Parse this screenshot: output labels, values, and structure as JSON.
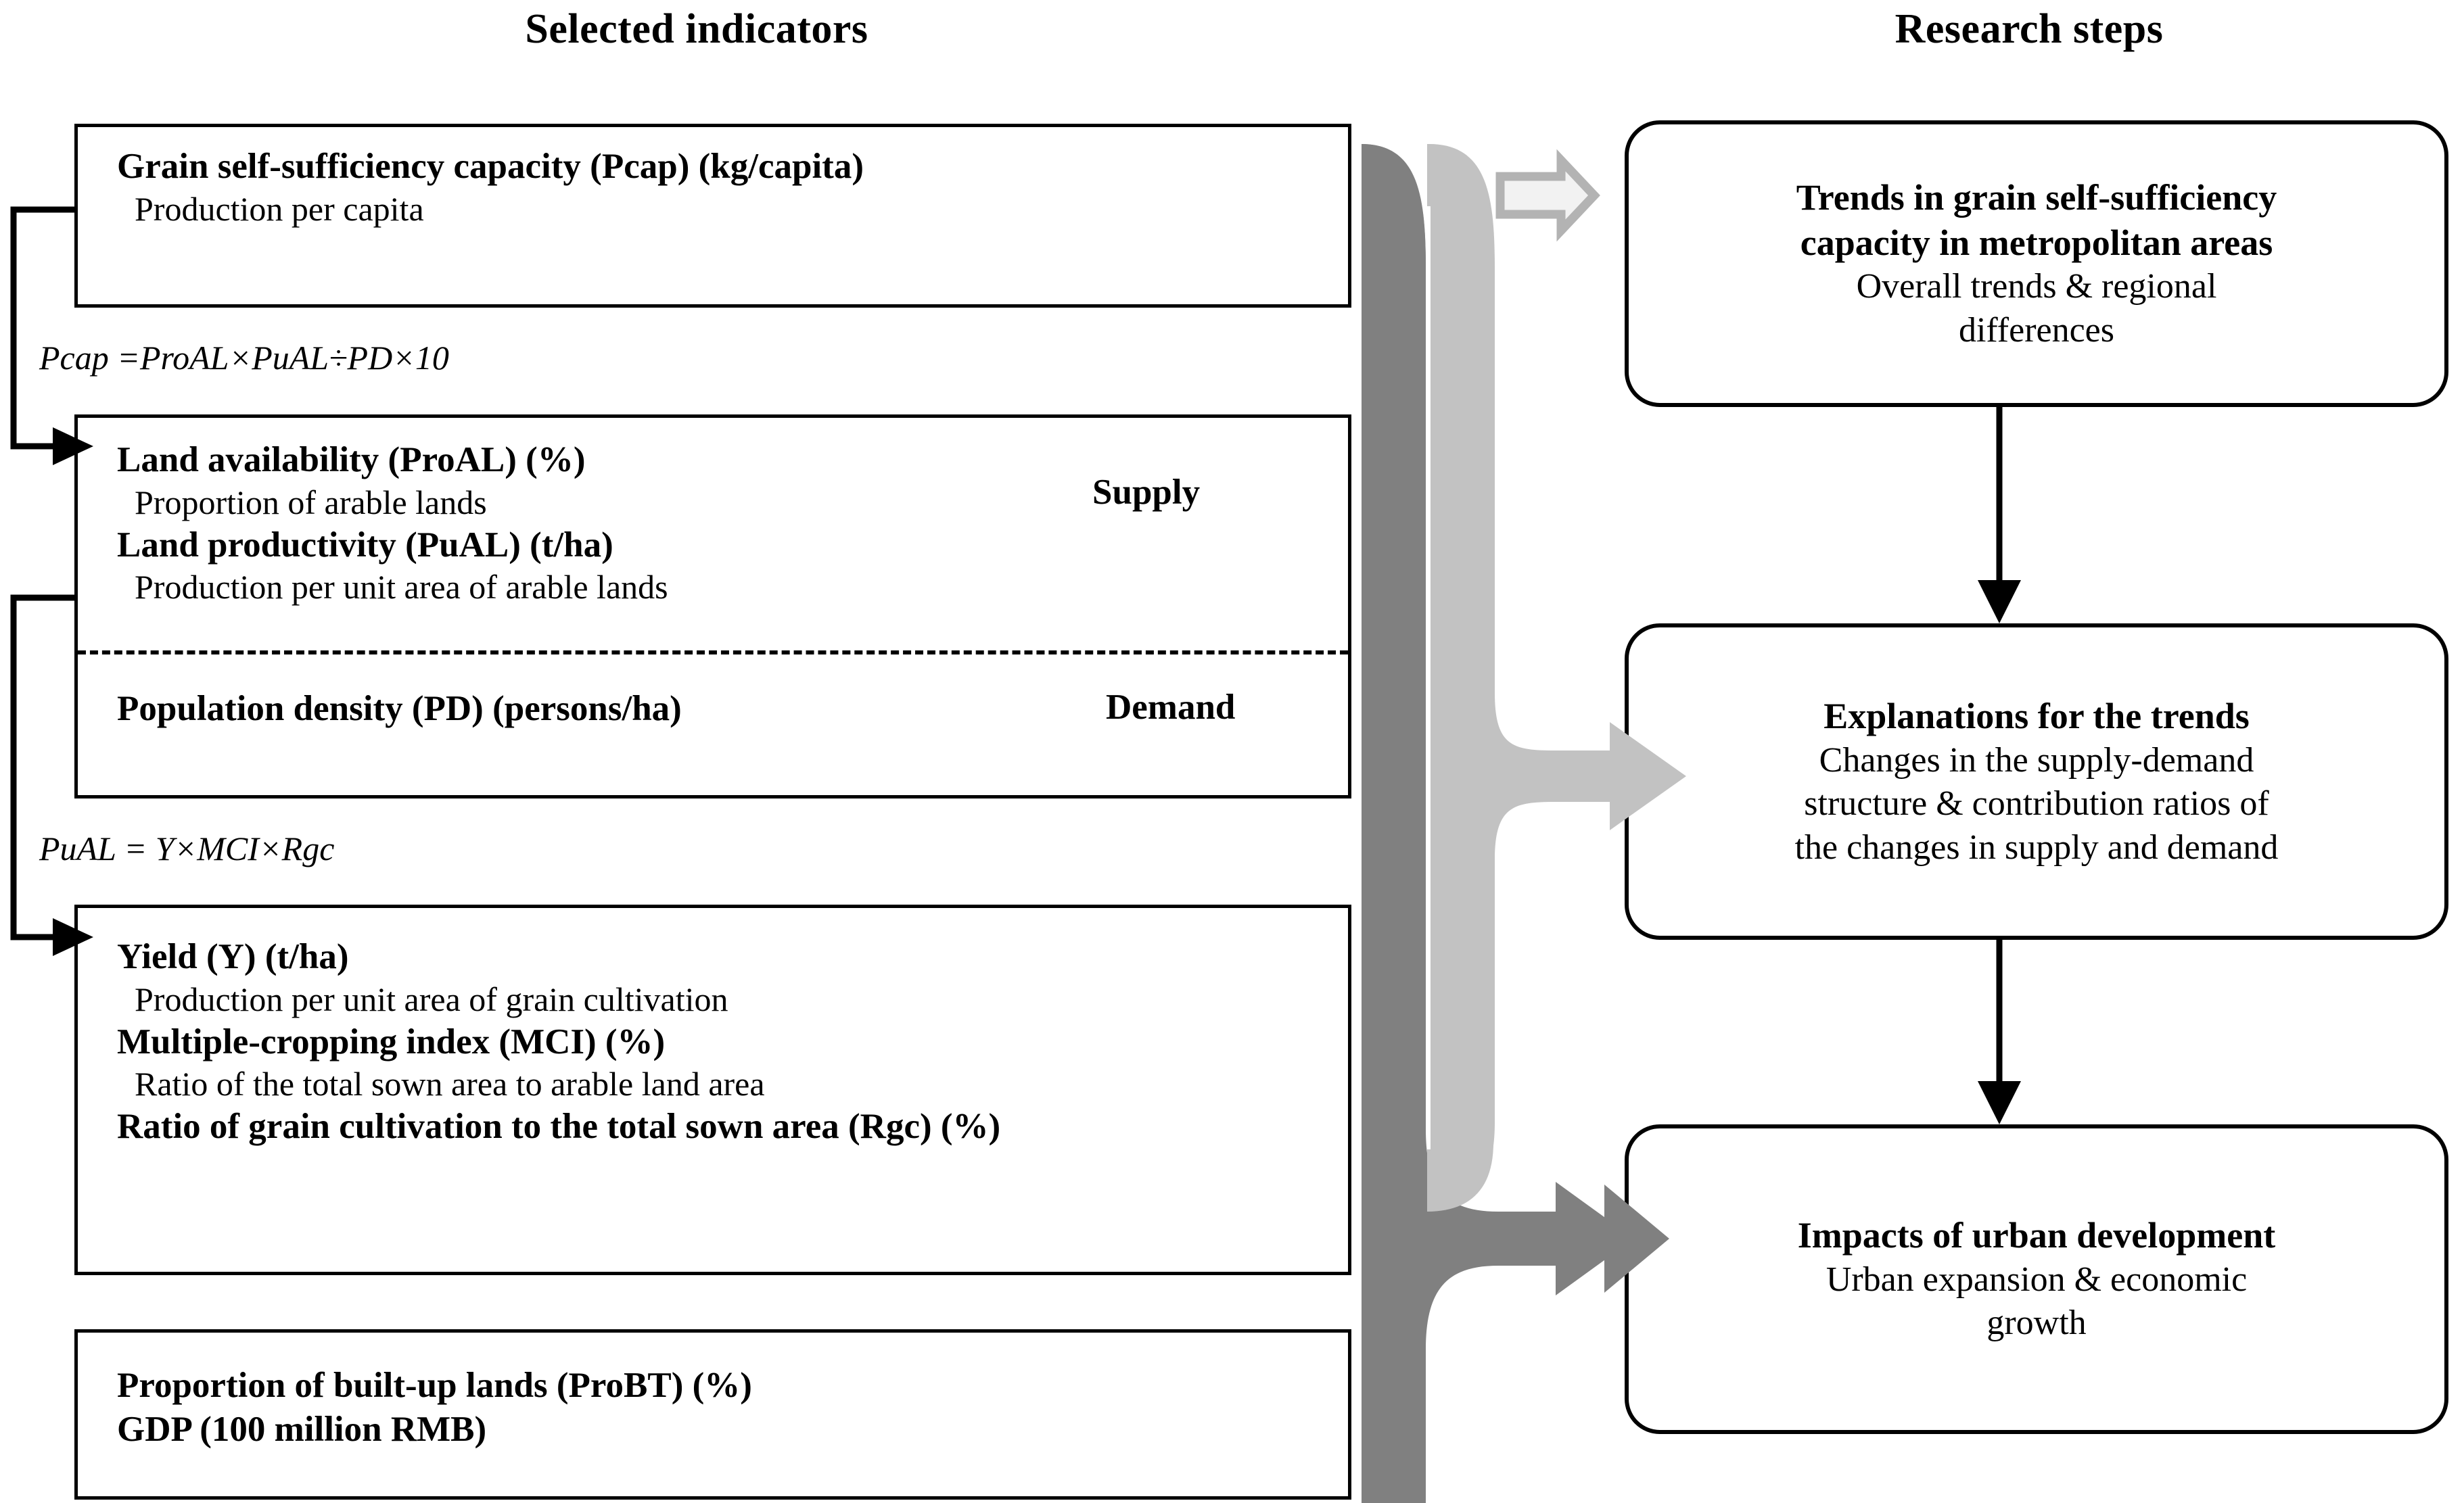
{
  "headings": {
    "left": "Selected indicators",
    "right": "Research steps"
  },
  "colors": {
    "ribbon_dark": "#808080",
    "ribbon_light": "#c2c2c2",
    "hollow_arrow_fill": "#f2f2f2",
    "hollow_arrow_stroke": "#b3b3b3",
    "box_stroke": "#000000",
    "background": "#ffffff"
  },
  "indicator_boxes": [
    {
      "id": "grain-self-sufficiency",
      "lines": [
        {
          "type": "bold",
          "text": "Grain self-sufficiency capacity (Pcap) (kg/capita)"
        },
        {
          "type": "sub",
          "text": "Production per capita"
        }
      ],
      "tag": ""
    },
    {
      "id": "supply-demand",
      "lines": [
        {
          "type": "bold",
          "text": "Land availability (ProAL) (%)"
        },
        {
          "type": "sub",
          "text": "Proportion of arable lands"
        },
        {
          "type": "bold",
          "text": "Land productivity (PuAL) (t/ha)"
        },
        {
          "type": "sub",
          "text": "Production per unit area of arable lands"
        },
        {
          "type": "bold",
          "text": "Population density (PD) (persons/ha)"
        }
      ],
      "tag_supply": "Supply",
      "tag_demand": "Demand"
    },
    {
      "id": "yield-mci-rgc",
      "lines": [
        {
          "type": "bold",
          "text": "Yield (Y) (t/ha)"
        },
        {
          "type": "sub",
          "text": "Production per unit area of grain cultivation"
        },
        {
          "type": "bold",
          "text": "Multiple-cropping index (MCI) (%)"
        },
        {
          "type": "sub",
          "text": "Ratio of the total sown area to arable land area"
        },
        {
          "type": "bold",
          "text": "Ratio of grain cultivation to the total sown area (Rgc) (%)"
        }
      ],
      "tag": ""
    },
    {
      "id": "urban-indicators",
      "lines": [
        {
          "type": "bold",
          "text": "Proportion of built-up lands (ProBT) (%)"
        },
        {
          "type": "bold",
          "text": "GDP (100 million RMB)"
        }
      ],
      "tag": ""
    }
  ],
  "formulas": [
    {
      "id": "pcap-formula",
      "text": "Pcap =ProAL×PuAL÷PD×10"
    },
    {
      "id": "pual-formula",
      "text": "PuAL = Y×MCI×Rgc"
    }
  ],
  "research_steps": [
    {
      "id": "step-trends",
      "title_line_1": "Trends in grain self-sufficiency",
      "title_line_2": "capacity in metropolitan areas",
      "subtitle_line_1": "Overall trends & regional",
      "subtitle_line_2": "differences"
    },
    {
      "id": "step-explanations",
      "title_line_1": "Explanations for the trends",
      "title_line_2": "",
      "subtitle_line_1": "Changes in the supply-demand",
      "subtitle_line_2": "structure & contribution ratios of",
      "subtitle_line_3": "the changes in supply and demand"
    },
    {
      "id": "step-impacts",
      "title_line_1": "Impacts of urban development",
      "title_line_2": "",
      "subtitle_line_1": "Urban expansion & economic",
      "subtitle_line_2": "growth"
    }
  ],
  "connectors": {
    "hollow_arrow_label": "hollow-right-arrow",
    "light_ribbon_label": "light-gray-ribbon-arrow",
    "dark_ribbon_label": "dark-gray-ribbon-arrow",
    "down_arrow_label": "down-arrow"
  }
}
